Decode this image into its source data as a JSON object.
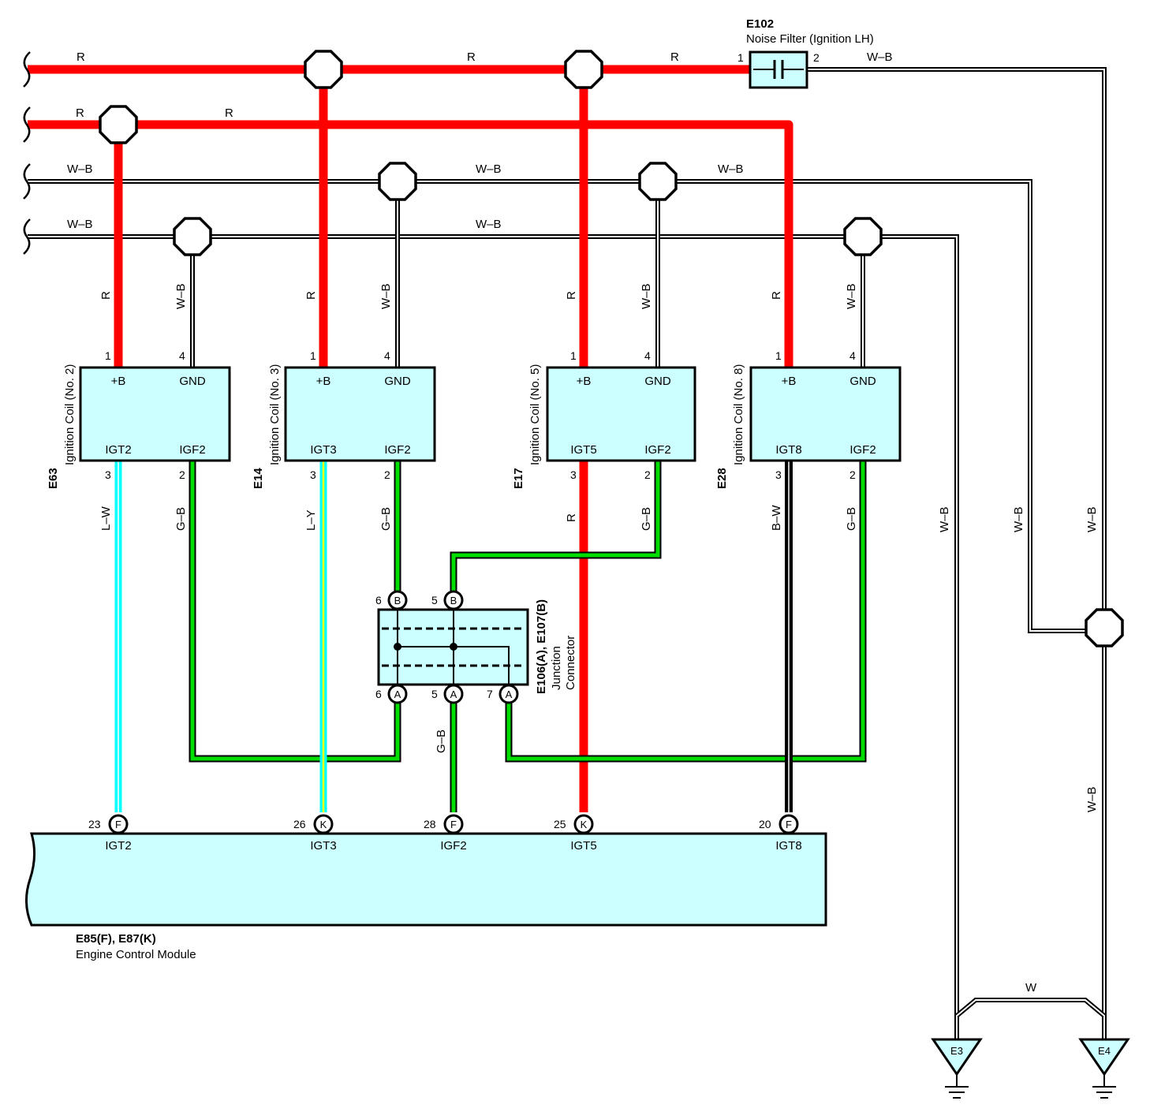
{
  "colors": {
    "red_wire": "#ff0000",
    "green_wire": "#00dd00",
    "cyan_wire": "#00ffff",
    "yellow_stripe": "#ffff00",
    "black_wire": "#000000",
    "component_fill": "#ccffff"
  },
  "wires": {
    "R": "R",
    "WB": "W–B",
    "LW": "L–W",
    "LY": "L–Y",
    "GB": "G–B",
    "BW": "B–W",
    "W": "W"
  },
  "noise_filter": {
    "code": "E102",
    "name": "Noise Filter (Ignition LH)",
    "pin_in": "1",
    "pin_out": "2"
  },
  "coils": [
    {
      "code": "E63",
      "name": "Ignition Coil (No. 2)",
      "t_pb": "+B",
      "t_gnd": "GND",
      "t_igt": "IGT2",
      "t_igf": "IGF2",
      "p_pb": "1",
      "p_gnd": "4",
      "p_igt": "3",
      "p_igf": "2"
    },
    {
      "code": "E14",
      "name": "Ignition Coil (No. 3)",
      "t_pb": "+B",
      "t_gnd": "GND",
      "t_igt": "IGT3",
      "t_igf": "IGF2",
      "p_pb": "1",
      "p_gnd": "4",
      "p_igt": "3",
      "p_igf": "2"
    },
    {
      "code": "E17",
      "name": "Ignition Coil (No. 5)",
      "t_pb": "+B",
      "t_gnd": "GND",
      "t_igt": "IGT5",
      "t_igf": "IGF2",
      "p_pb": "1",
      "p_gnd": "4",
      "p_igt": "3",
      "p_igf": "2"
    },
    {
      "code": "E28",
      "name": "Ignition Coil (No. 8)",
      "t_pb": "+B",
      "t_gnd": "GND",
      "t_igt": "IGT8",
      "t_igf": "IGF2",
      "p_pb": "1",
      "p_gnd": "4",
      "p_igt": "3",
      "p_igf": "2"
    }
  ],
  "junction": {
    "code": "E106(A), E107(B)",
    "name_line1": "Junction",
    "name_line2": "Connector",
    "top_pins": [
      {
        "num": "6",
        "letter": "B"
      },
      {
        "num": "5",
        "letter": "B"
      }
    ],
    "bottom_pins": [
      {
        "num": "6",
        "letter": "A"
      },
      {
        "num": "5",
        "letter": "A"
      },
      {
        "num": "7",
        "letter": "A"
      }
    ]
  },
  "ecm": {
    "code": "E85(F), E87(K)",
    "name": "Engine Control Module",
    "pins": [
      {
        "num": "23",
        "letter": "F",
        "label": "IGT2"
      },
      {
        "num": "26",
        "letter": "K",
        "label": "IGT3"
      },
      {
        "num": "28",
        "letter": "F",
        "label": "IGF2"
      },
      {
        "num": "25",
        "letter": "K",
        "label": "IGT5"
      },
      {
        "num": "20",
        "letter": "F",
        "label": "IGT8"
      }
    ]
  },
  "grounds": [
    "E3",
    "E4"
  ]
}
